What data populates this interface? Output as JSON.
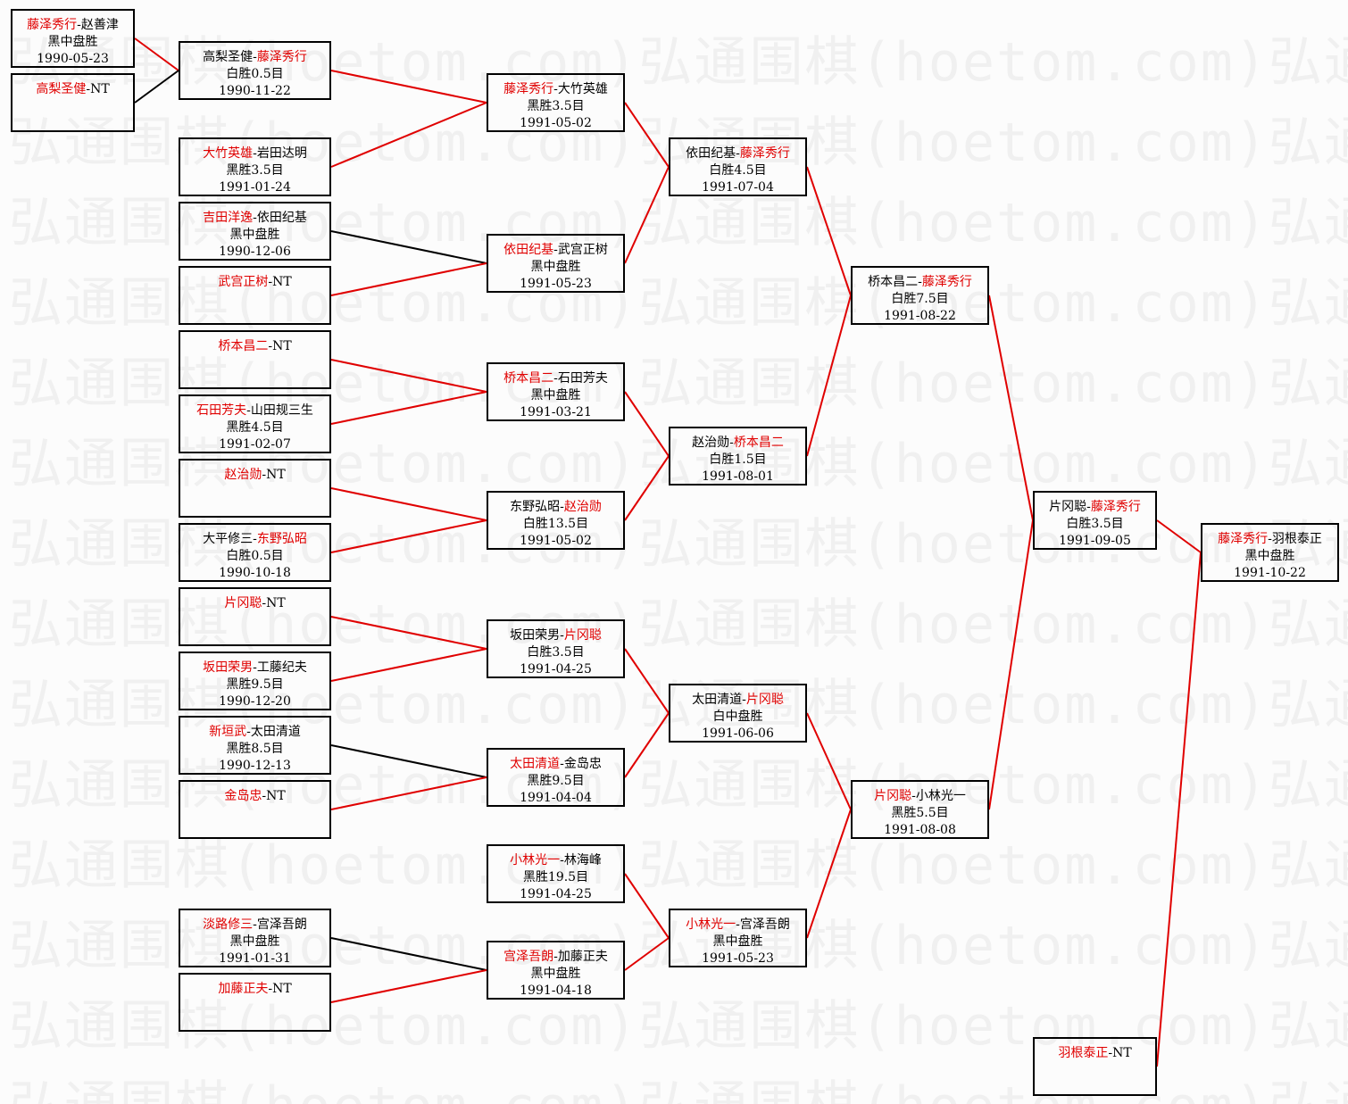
{
  "colors": {
    "winner": "#e00000",
    "wire_winner": "#e00000",
    "wire_loser": "#000000",
    "border": "#000000"
  },
  "watermark": {
    "text": "弘通围棋(hoetom.com)弘通围棋(hoetom.com)弘通围"
  },
  "matches": [
    {
      "id": "m1",
      "p1": "藤泽秀行",
      "p2": "赵善津",
      "winner": 1,
      "result": "黑中盘胜",
      "date": "1990-05-23"
    },
    {
      "id": "m2",
      "p1": "高梨圣健",
      "p2": "NT",
      "winner": 1,
      "result": "",
      "date": ""
    },
    {
      "id": "m3",
      "p1": "高梨圣健",
      "p2": "藤泽秀行",
      "winner": 2,
      "result": "白胜0.5目",
      "date": "1990-11-22"
    },
    {
      "id": "m4",
      "p1": "大竹英雄",
      "p2": "岩田达明",
      "winner": 1,
      "result": "黑胜3.5目",
      "date": "1991-01-24"
    },
    {
      "id": "m5",
      "p1": "吉田洋逸",
      "p2": "依田纪基",
      "winner": 1,
      "result": "黑中盘胜",
      "date": "1990-12-06"
    },
    {
      "id": "m6",
      "p1": "武宫正树",
      "p2": "NT",
      "winner": 1,
      "result": "",
      "date": ""
    },
    {
      "id": "m7",
      "p1": "桥本昌二",
      "p2": "NT",
      "winner": 1,
      "result": "",
      "date": ""
    },
    {
      "id": "m8",
      "p1": "石田芳夫",
      "p2": "山田规三生",
      "winner": 1,
      "result": "黑胜4.5目",
      "date": "1991-02-07"
    },
    {
      "id": "m9",
      "p1": "赵治勋",
      "p2": "NT",
      "winner": 1,
      "result": "",
      "date": ""
    },
    {
      "id": "m10",
      "p1": "大平修三",
      "p2": "东野弘昭",
      "winner": 2,
      "result": "白胜0.5目",
      "date": "1990-10-18"
    },
    {
      "id": "m11",
      "p1": "片冈聪",
      "p2": "NT",
      "winner": 1,
      "result": "",
      "date": ""
    },
    {
      "id": "m12",
      "p1": "坂田荣男",
      "p2": "工藤纪夫",
      "winner": 1,
      "result": "黑胜9.5目",
      "date": "1990-12-20"
    },
    {
      "id": "m13",
      "p1": "新垣武",
      "p2": "太田清道",
      "winner": 1,
      "result": "黑胜8.5目",
      "date": "1990-12-13"
    },
    {
      "id": "m14",
      "p1": "金岛忠",
      "p2": "NT",
      "winner": 1,
      "result": "",
      "date": ""
    },
    {
      "id": "m15",
      "p1": "淡路修三",
      "p2": "宫泽吾朗",
      "winner": 1,
      "result": "黑中盘胜",
      "date": "1991-01-31"
    },
    {
      "id": "m16",
      "p1": "加藤正夫",
      "p2": "NT",
      "winner": 1,
      "result": "",
      "date": ""
    },
    {
      "id": "m17",
      "p1": "藤泽秀行",
      "p2": "大竹英雄",
      "winner": 1,
      "result": "黑胜3.5目",
      "date": "1991-05-02"
    },
    {
      "id": "m18",
      "p1": "依田纪基",
      "p2": "武宫正树",
      "winner": 1,
      "result": "黑中盘胜",
      "date": "1991-05-23"
    },
    {
      "id": "m19",
      "p1": "桥本昌二",
      "p2": "石田芳夫",
      "winner": 1,
      "result": "黑中盘胜",
      "date": "1991-03-21"
    },
    {
      "id": "m20",
      "p1": "东野弘昭",
      "p2": "赵治勋",
      "winner": 2,
      "result": "白胜13.5目",
      "date": "1991-05-02"
    },
    {
      "id": "m21",
      "p1": "坂田荣男",
      "p2": "片冈聪",
      "winner": 2,
      "result": "白胜3.5目",
      "date": "1991-04-25"
    },
    {
      "id": "m22",
      "p1": "太田清道",
      "p2": "金岛忠",
      "winner": 1,
      "result": "黑胜9.5目",
      "date": "1991-04-04"
    },
    {
      "id": "m23",
      "p1": "小林光一",
      "p2": "林海峰",
      "winner": 1,
      "result": "黑胜19.5目",
      "date": "1991-04-25"
    },
    {
      "id": "m24",
      "p1": "宫泽吾朗",
      "p2": "加藤正夫",
      "winner": 1,
      "result": "黑中盘胜",
      "date": "1991-04-18"
    },
    {
      "id": "m25",
      "p1": "依田纪基",
      "p2": "藤泽秀行",
      "winner": 2,
      "result": "白胜4.5目",
      "date": "1991-07-04"
    },
    {
      "id": "m26",
      "p1": "赵治勋",
      "p2": "桥本昌二",
      "winner": 2,
      "result": "白胜1.5目",
      "date": "1991-08-01"
    },
    {
      "id": "m27",
      "p1": "太田清道",
      "p2": "片冈聪",
      "winner": 2,
      "result": "白中盘胜",
      "date": "1991-06-06"
    },
    {
      "id": "m28",
      "p1": "小林光一",
      "p2": "宫泽吾朗",
      "winner": 1,
      "result": "黑中盘胜",
      "date": "1991-05-23"
    },
    {
      "id": "m29",
      "p1": "桥本昌二",
      "p2": "藤泽秀行",
      "winner": 2,
      "result": "白胜7.5目",
      "date": "1991-08-22"
    },
    {
      "id": "m30",
      "p1": "片冈聪",
      "p2": "小林光一",
      "winner": 1,
      "result": "黑胜5.5目",
      "date": "1991-08-08"
    },
    {
      "id": "m31",
      "p1": "片冈聪",
      "p2": "藤泽秀行",
      "winner": 2,
      "result": "白胜3.5目",
      "date": "1991-09-05"
    },
    {
      "id": "m32",
      "p1": "羽根泰正",
      "p2": "NT",
      "winner": 1,
      "result": "",
      "date": ""
    },
    {
      "id": "m33",
      "p1": "藤泽秀行",
      "p2": "羽根泰正",
      "winner": 1,
      "result": "黑中盘胜",
      "date": "1991-10-22"
    }
  ]
}
